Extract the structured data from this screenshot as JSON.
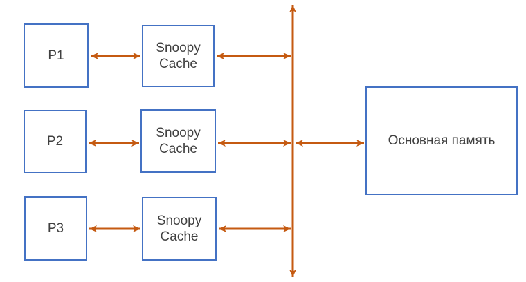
{
  "theme": {
    "box-border": "#4472C4",
    "arrow": "#C55A11",
    "text": "#404040",
    "background": "#FFFFFF"
  },
  "diagram": {
    "processors": [
      {
        "label": "P1"
      },
      {
        "label": "P2"
      },
      {
        "label": "P3"
      }
    ],
    "caches": [
      {
        "label": "Snoopy Cache"
      },
      {
        "label": "Snoopy Cache"
      },
      {
        "label": "Snoopy Cache"
      }
    ],
    "memory": {
      "label": "Основная память"
    },
    "edges": [
      {
        "from": "P1",
        "to": "Snoopy Cache 1",
        "bidirectional": true
      },
      {
        "from": "Snoopy Cache 1",
        "to": "bus",
        "bidirectional": true
      },
      {
        "from": "P2",
        "to": "Snoopy Cache 2",
        "bidirectional": true
      },
      {
        "from": "Snoopy Cache 2",
        "to": "bus",
        "bidirectional": true
      },
      {
        "from": "P3",
        "to": "Snoopy Cache 3",
        "bidirectional": true
      },
      {
        "from": "Snoopy Cache 3",
        "to": "bus",
        "bidirectional": true
      },
      {
        "from": "bus",
        "to": "Основная память",
        "bidirectional": true
      }
    ]
  }
}
